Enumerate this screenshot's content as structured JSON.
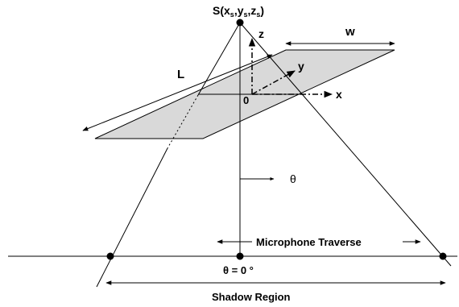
{
  "labels": {
    "source_S": "S(x",
    "source_sub_x": "s",
    "source_comma1": ",y",
    "source_sub_y": "s",
    "source_comma2": ",z",
    "source_sub_z": "s",
    "source_close": ")",
    "axis_z": "z",
    "axis_y": "y",
    "axis_x": "x",
    "origin": "0",
    "width": "w",
    "length": "L",
    "theta": "θ",
    "theta_zero": "θ = 0 °",
    "microphone_traverse": "Microphone Traverse",
    "shadow_region": "Shadow Region"
  },
  "colors": {
    "plate_fill": "#d9d9d9",
    "line": "#000000"
  }
}
